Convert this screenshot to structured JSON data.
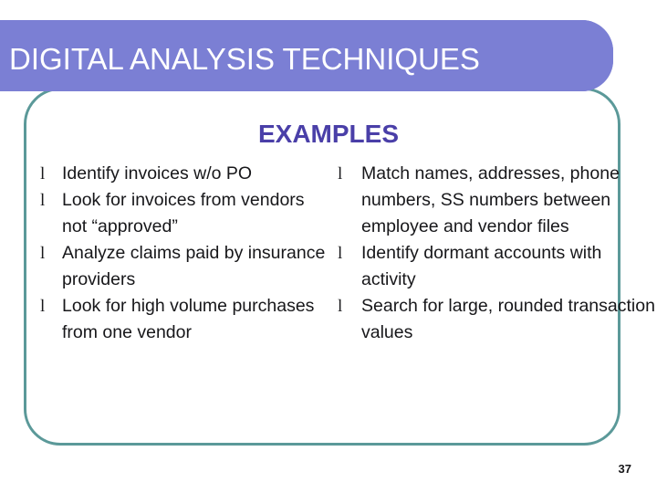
{
  "slide": {
    "header_title": "DIGITAL ANALYSIS TECHNIQUES",
    "section_title": "EXAMPLES",
    "page_number": "37",
    "bullet_marker": "l",
    "columns": [
      {
        "items": [
          "Identify invoices w/o PO",
          "Look for invoices from vendors not “approved”",
          "Analyze claims paid by insurance providers",
          "Look for high volume purchases from one vendor"
        ]
      },
      {
        "items": [
          "Match names, addresses, phone numbers, SS numbers between employee and vendor files",
          "Identify dormant accounts with activity",
          "Search for large, rounded transaction values"
        ]
      }
    ]
  },
  "colors": {
    "header_band": "#7b7fd4",
    "frame_border": "#5b9999",
    "section_title": "#4a3fa8",
    "text": "#17171a"
  }
}
